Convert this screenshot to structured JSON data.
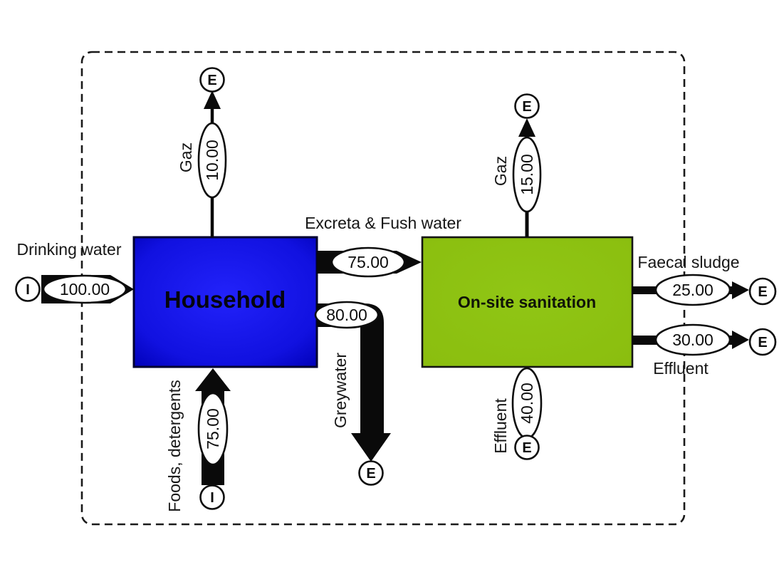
{
  "nodes": {
    "household": {
      "label": "Household",
      "fill_center": "#2222fa",
      "fill_edge": "#0000b6",
      "border": "#000030"
    },
    "onsite_sanitation": {
      "label": "On-site sanitation",
      "fill": "#8fc412",
      "border": "#141414"
    }
  },
  "flows": {
    "drinking_water": {
      "label": "Drinking water",
      "value": "100.00",
      "marker": "I"
    },
    "gaz_household": {
      "label": "Gaz",
      "value": "10.00",
      "marker": "E"
    },
    "excreta_flush_water": {
      "label": "Excreta & Fush water",
      "value": "75.00"
    },
    "greywater": {
      "label": "Greywater",
      "value": "80.00",
      "marker": "E"
    },
    "foods_detergents": {
      "label": "Foods, detergents",
      "value": "75.00",
      "marker": "I"
    },
    "gaz_onsite": {
      "label": "Gaz",
      "value": "15.00",
      "marker": "E"
    },
    "faecal_sludge": {
      "label": "Faecal sludge",
      "value": "25.00",
      "marker": "E"
    },
    "effluent_right": {
      "label": "Effluent",
      "value": "30.00",
      "marker": "E"
    },
    "effluent_bottom": {
      "label": "Effluent",
      "value": "40.00",
      "marker": "E"
    }
  },
  "colors": {
    "flow_band": "#0a0a0a",
    "system_boundary": "#1a1a1a",
    "background": "#ffffff"
  }
}
